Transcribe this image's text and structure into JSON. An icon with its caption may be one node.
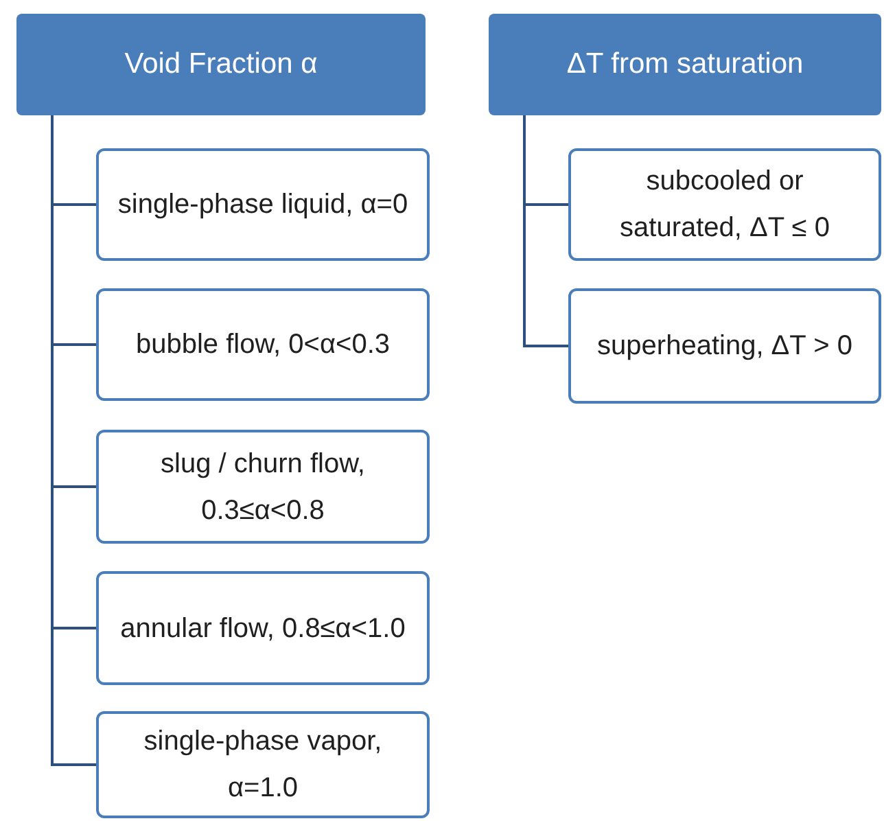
{
  "diagram": {
    "nodes": [
      {
        "text": [
          "Void Fraction α"
        ]
      },
      {
        "text": [
          "single-phase liquid, α=0"
        ]
      },
      {
        "text": [
          "bubble flow, 0<α<0.3"
        ]
      },
      {
        "text": [
          "slug / churn flow, 0.3≤α<0.8"
        ]
      },
      {
        "text": [
          "annular flow, 0.8≤α<1.0"
        ]
      },
      {
        "text": [
          "single-phase vapor, α=1.0"
        ]
      },
      {
        "text": [
          "ΔT from saturation"
        ]
      },
      {
        "text": [
          "subcooled or saturated, ΔT ≤ 0"
        ]
      },
      {
        "text": [
          "superheating, ΔT > 0"
        ]
      }
    ],
    "edges": [
      {
        "from": 0,
        "to": 1,
        "arrow": "none"
      },
      {
        "from": 0,
        "to": 2,
        "arrow": "none"
      },
      {
        "from": 0,
        "to": 3,
        "arrow": "none"
      },
      {
        "from": 0,
        "to": 4,
        "arrow": "none"
      },
      {
        "from": 0,
        "to": 5,
        "arrow": "none"
      },
      {
        "from": 6,
        "to": 7,
        "arrow": "none"
      },
      {
        "from": 6,
        "to": 8,
        "arrow": "none"
      }
    ]
  }
}
